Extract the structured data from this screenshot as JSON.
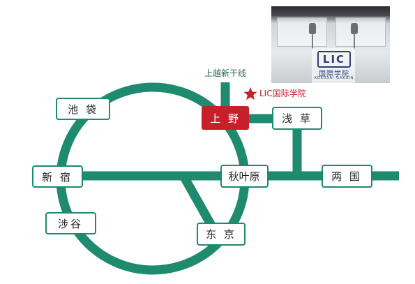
{
  "colors": {
    "line": "#1e8a6e",
    "highlight": "#c8202a",
    "station_border": "#1e8a6e",
    "marker": "#c8202a"
  },
  "line_label": "上越新干线",
  "marker": {
    "icon": "star-icon",
    "label": "LIC国际学院"
  },
  "stations": {
    "ikebukuro": "池 袋",
    "shinjuku": "新 宿",
    "shibuya": "涉谷",
    "ueno": "上 野",
    "asakusa": "浅 草",
    "akihabara": "秋叶原",
    "ryogoku": "两 国",
    "tokyo": "东 京"
  },
  "photo": {
    "logo_text": "LIC",
    "logo_name": "国際学院",
    "logo_sub": "KOKUSAI GAKUIN"
  }
}
